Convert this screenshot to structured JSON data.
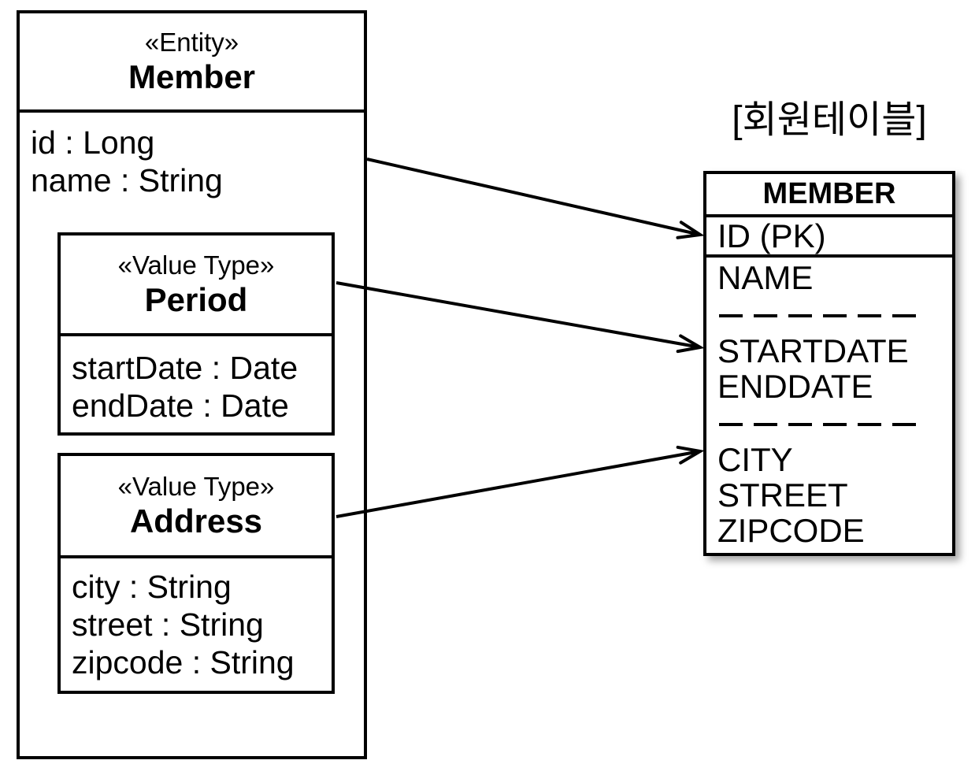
{
  "colors": {
    "line": "#000000",
    "background": "#ffffff",
    "table_shadow": "rgba(0,0,0,0.35)"
  },
  "entity_box": {
    "stereotype": "«Entity»",
    "name": "Member",
    "attributes": [
      "id : Long",
      "name : String"
    ]
  },
  "period_box": {
    "stereotype": "«Value Type»",
    "name": "Period",
    "attributes": [
      "startDate : Date",
      "endDate : Date"
    ]
  },
  "address_box": {
    "stereotype": "«Value Type»",
    "name": "Address",
    "attributes": [
      "city : String",
      "street : String",
      "zipcode : String"
    ]
  },
  "table": {
    "caption": "[회원테이블]",
    "name": "MEMBER",
    "rows": {
      "pk": "ID (PK)",
      "name": "NAME",
      "startdate": "STARTDATE",
      "enddate": "ENDDATE",
      "city": "CITY",
      "street": "STREET",
      "zipcode": "ZIPCODE"
    }
  },
  "arrows": [
    {
      "from": "Member",
      "to": "ID (PK)"
    },
    {
      "from": "Period",
      "to": "STARTDATE"
    },
    {
      "from": "Address",
      "to": "CITY"
    }
  ]
}
